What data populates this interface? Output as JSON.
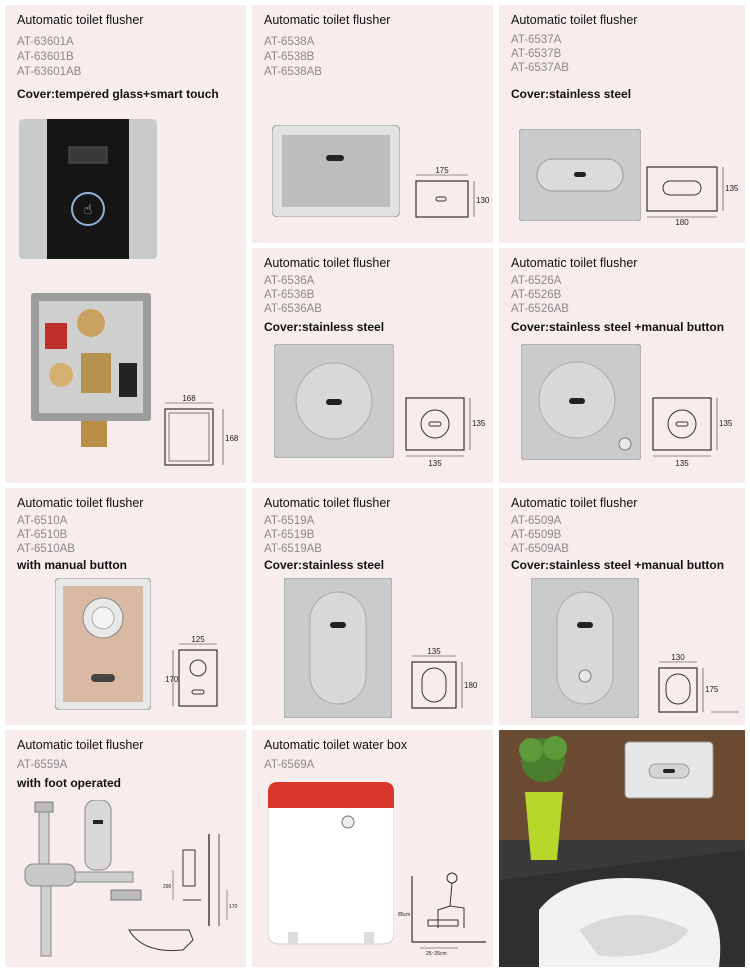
{
  "cells": [
    {
      "title": "Automatic toilet flusher",
      "models": [
        "AT-63601A",
        "AT-63601B",
        "AT-63601AB"
      ],
      "cover": "Cover:tempered glass+smart touch"
    },
    {
      "title": "Automatic toilet flusher",
      "models": [
        "AT-6538A",
        "AT-6538B",
        "AT-6538AB"
      ],
      "cover": ""
    },
    {
      "title": "Automatic toilet flusher",
      "models": [
        "AT-6537A",
        "AT-6537B",
        "AT-6537AB"
      ],
      "cover": "Cover:stainless steel"
    },
    {
      "title": "Automatic toilet flusher",
      "models": [
        "AT-6536A",
        "AT-6536B",
        "AT-6536AB"
      ],
      "cover": "Cover:stainless steel"
    },
    {
      "title": "Automatic toilet flusher",
      "models": [
        "AT-6526A",
        "AT-6526B",
        "AT-6526AB"
      ],
      "cover": "Cover:stainless steel +manual button"
    },
    {
      "title": "Automatic toilet flusher",
      "models": [
        "AT-6510A",
        "AT-6510B",
        "AT-6510AB"
      ],
      "cover": "with manual button"
    },
    {
      "title": "Automatic toilet flusher",
      "models": [
        "AT-6519A",
        "AT-6519B",
        "AT-6519AB"
      ],
      "cover": "Cover:stainless steel"
    },
    {
      "title": "Automatic toilet flusher",
      "models": [
        "AT-6509A",
        "AT-6509B",
        "AT-6509AB"
      ],
      "cover": "Cover:stainless steel +manual button"
    },
    {
      "title": "Automatic toilet flusher",
      "models": [
        "AT-6559A"
      ],
      "cover": "with foot operated"
    },
    {
      "title": "Automatic toilet water box",
      "models": [
        "AT-6569A"
      ],
      "cover": ""
    }
  ],
  "dims": {
    "d6538": [
      "175",
      "130"
    ],
    "d6537": [
      "135",
      "180"
    ],
    "d63601": [
      "168",
      "168"
    ],
    "d6536": [
      "135",
      "135"
    ],
    "d6526": [
      "135",
      "135"
    ],
    "d6510": [
      "125",
      "170"
    ],
    "d6519": [
      "135",
      "180"
    ],
    "d6509": [
      "130",
      "175"
    ],
    "d6559": [
      "290",
      "170"
    ],
    "d6569": [
      "85cm",
      "25~35cm"
    ]
  },
  "colors": {
    "cell_bg": "#f8eded",
    "accent_red": "#d8362b",
    "steel": "#c9cbcd"
  }
}
